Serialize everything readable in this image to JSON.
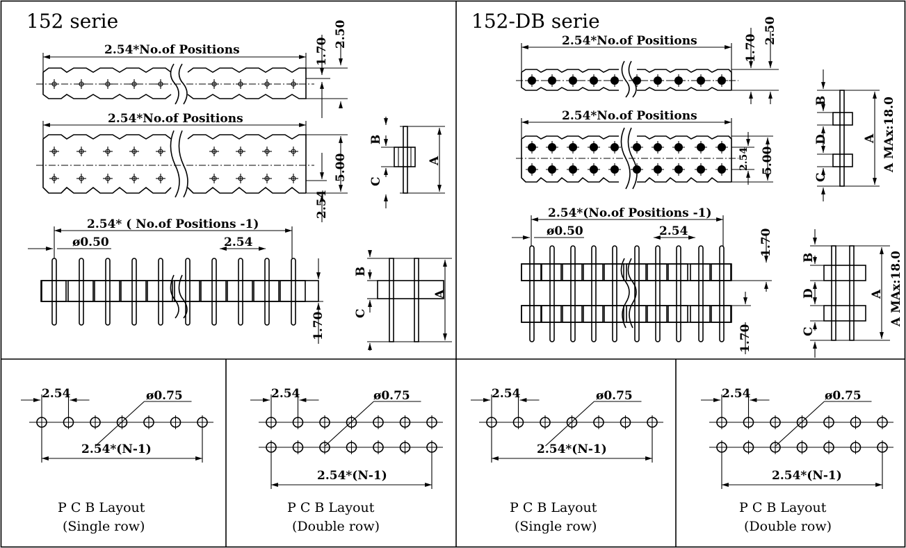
{
  "left_panel": {
    "title": "152 serie",
    "dim_positions_top": "2.54*No.of Positions",
    "dim_positions_mid": "2.54*No.of Positions",
    "dim_positions_pin": "2.54* ( No.of Positions -1)",
    "dim_170_a": "1.70",
    "dim_250": "2.50",
    "dim_500": "5.00",
    "dim_254_side": "2.54",
    "dim_diameter": "ø0.50",
    "dim_pitch": "2.54",
    "dim_170_b": "1.70",
    "label_b1": "B",
    "label_c1": "C",
    "label_a1": "A",
    "label_b2": "B",
    "label_c2": "C",
    "label_a2": "A"
  },
  "right_panel": {
    "title": "152-DB serie",
    "dim_positions_top": "2.54*No.of Positions",
    "dim_positions_mid": "2.54*No.of Positions",
    "dim_positions_pin": "2.54*(No.of Positions -1)",
    "dim_170_a": "1.70",
    "dim_250": "2.50",
    "dim_254_row": "2.54",
    "dim_500": "5.00",
    "dim_diameter": "ø0.50",
    "dim_pitch": "2.54",
    "dim_170_b": "1.70",
    "dim_170_c": "1.70",
    "label_b1": "B",
    "label_d1": "D",
    "label_c1": "C",
    "label_a1": "A",
    "label_amax1": "A MAx:18.0",
    "label_b2": "B",
    "label_d2": "D",
    "label_c2": "C",
    "label_a2": "A",
    "label_amax2": "A MAx:18.0"
  },
  "layouts": [
    {
      "pitch": "2.54",
      "hole": "ø0.75",
      "span": "2.54*(N-1)",
      "caption1": "P C B Layout",
      "caption2": "(Single row)"
    },
    {
      "pitch": "2.54",
      "hole": "ø0.75",
      "span": "2.54*(N-1)",
      "caption1": "P C B Layout",
      "caption2": "(Double row)"
    },
    {
      "pitch": "2.54",
      "hole": "ø0.75",
      "span": "2.54*(N-1)",
      "caption1": "P C B Layout",
      "caption2": "(Single row)"
    },
    {
      "pitch": "2.54",
      "hole": "ø0.75",
      "span": "2.54*(N-1)",
      "caption1": "P C B Layout",
      "caption2": "(Double row)"
    }
  ]
}
